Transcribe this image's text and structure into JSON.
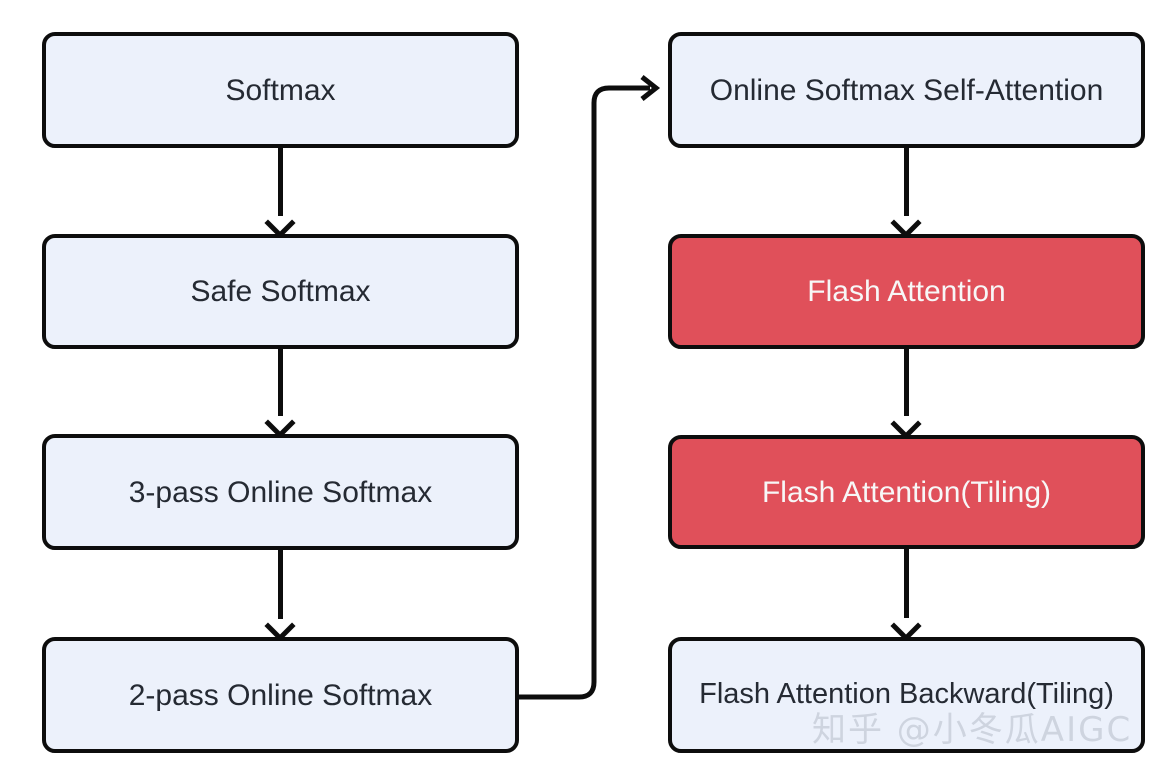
{
  "diagram": {
    "title": "Softmax to Flash Attention evolution flowchart",
    "colors": {
      "box_fill_blue": "#ecf1fb",
      "box_fill_red": "#e0505a",
      "box_border": "#0d0d0d",
      "text_dark": "#252a33",
      "text_light": "#f7f7f7",
      "arrow": "#0d0d0d",
      "background": "#ffffff",
      "watermark": "#c9cfdb"
    },
    "left_column": [
      {
        "id": "softmax",
        "label": "Softmax",
        "style": "blue"
      },
      {
        "id": "safe-softmax",
        "label": "Safe Softmax",
        "style": "blue"
      },
      {
        "id": "3pass",
        "label": "3-pass Online Softmax",
        "style": "blue"
      },
      {
        "id": "2pass",
        "label": "2-pass Online Softmax",
        "style": "blue"
      }
    ],
    "right_column": [
      {
        "id": "online-sa",
        "label": "Online Softmax Self-Attention",
        "style": "blue"
      },
      {
        "id": "flash",
        "label": "Flash Attention",
        "style": "red"
      },
      {
        "id": "flash-tiling",
        "label": "Flash Attention(Tiling)",
        "style": "red"
      },
      {
        "id": "flash-bwd",
        "label": "Flash Attention Backward(Tiling)",
        "style": "blue"
      }
    ],
    "edges": [
      {
        "from": "softmax",
        "to": "safe-softmax",
        "kind": "arrow-down"
      },
      {
        "from": "safe-softmax",
        "to": "3pass",
        "kind": "arrow-down"
      },
      {
        "from": "3pass",
        "to": "2pass",
        "kind": "arrow-down"
      },
      {
        "from": "2pass",
        "to": "online-sa",
        "kind": "arrow-elbow"
      },
      {
        "from": "online-sa",
        "to": "flash",
        "kind": "arrow-down"
      },
      {
        "from": "flash",
        "to": "flash-tiling",
        "kind": "arrow-down"
      },
      {
        "from": "flash-tiling",
        "to": "flash-bwd",
        "kind": "arrow-down"
      }
    ]
  },
  "watermark": {
    "text": "知乎 @小冬瓜AIGC"
  }
}
